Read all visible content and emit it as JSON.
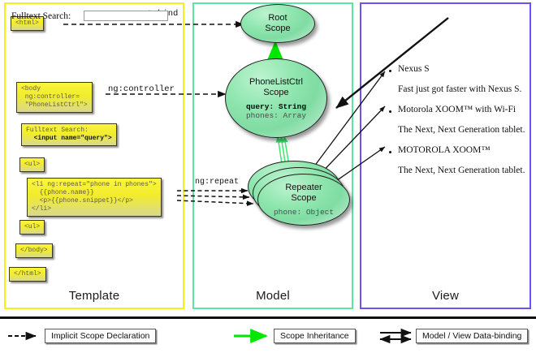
{
  "columns": [
    {
      "key": "template",
      "label": "Template",
      "border": "#f7f017"
    },
    {
      "key": "model",
      "label": "Model",
      "border": "#57e6a4"
    },
    {
      "key": "view",
      "label": "View",
      "border": "#6c4ff5"
    }
  ],
  "template": {
    "boxes": [
      {
        "name": "html-open-box",
        "text": "<html>"
      },
      {
        "name": "body-controller-box",
        "text": "<body\n ng:controller=\n \"PhoneListCtrl\">"
      },
      {
        "name": "fulltext-search-box",
        "plain": "Fulltext Search:",
        "bold": "<input name=\"query\">"
      },
      {
        "name": "ul-open-box",
        "text": "<ul>"
      },
      {
        "name": "li-repeat-box",
        "text": "<li ng:repeat=\"phone in phones\">\n  {{phone.name}}\n  <p>{{phone.snippet}}</p>\n</li>"
      },
      {
        "name": "ul-close-box",
        "text": "<ul>"
      },
      {
        "name": "body-close-box",
        "text": "</body>"
      },
      {
        "name": "html-close-box",
        "text": "</html>"
      }
    ]
  },
  "model": {
    "root_scope": {
      "title_line1": "Root",
      "title_line2": "Scope"
    },
    "phonelistctrl_scope": {
      "title_line1": "PhoneListCtrl",
      "title_line2": "Scope",
      "prop1": "query: String",
      "prop2": "phones: Array"
    },
    "repeater_scope": {
      "title_line1": "Repeater",
      "title_line2": "Scope",
      "prop1": "phone: Object"
    }
  },
  "connectors": {
    "ng_autobind": "ng:autobind",
    "ng_controller": "ng:controller",
    "ng_repeat": "ng:repeat"
  },
  "view": {
    "search_label": "Fulltext Search:",
    "search_value": "",
    "search_placeholder": "",
    "phones": [
      {
        "name": "Nexus S",
        "snippet": "Fast just got faster with Nexus S."
      },
      {
        "name": "Motorola XOOM™  with Wi-Fi",
        "snippet": "The Next, Next Generation tablet."
      },
      {
        "name": "MOTOROLA XOOM™",
        "snippet": "The Next, Next Generation tablet."
      }
    ]
  },
  "legend": [
    {
      "name": "legend-implicit-scope-declaration",
      "label": "Implicit Scope Declaration",
      "style": "dashed-black"
    },
    {
      "name": "legend-scope-inheritance",
      "label": "Scope Inheritance",
      "style": "solid-green"
    },
    {
      "name": "legend-data-binding",
      "label": "Model / View Data-binding",
      "style": "double-black"
    }
  ],
  "colors": {
    "template_border": "#f7f017",
    "model_border": "#57e6a4",
    "view_border": "#6c4ff5",
    "scope_green": "#8fe6ae",
    "code_yellow": "#f4ee2e",
    "inheritance_green": "#00e800"
  }
}
